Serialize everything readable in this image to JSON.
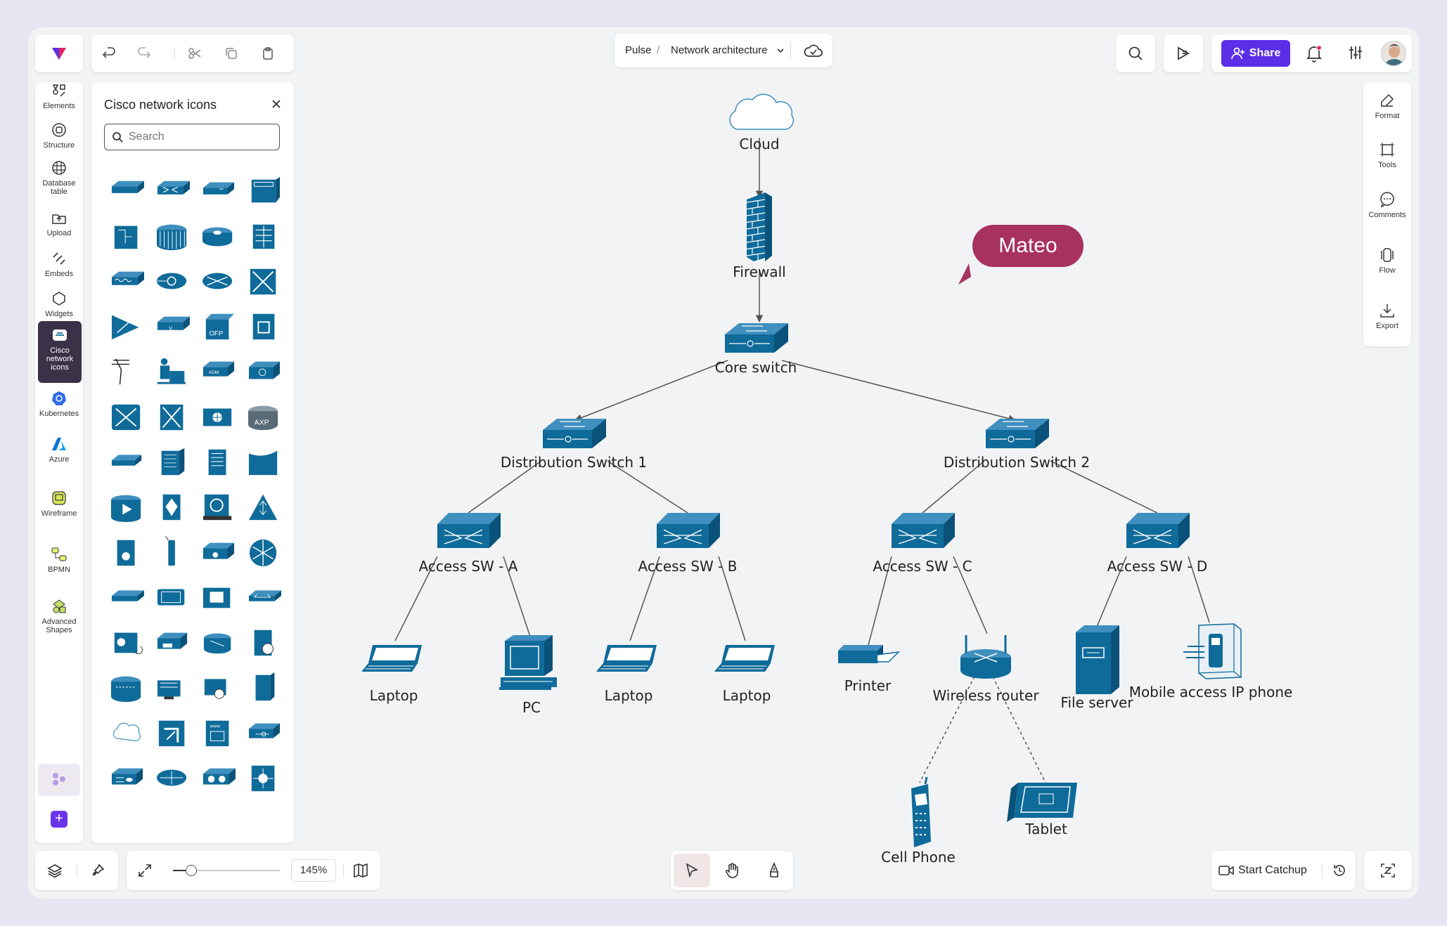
{
  "toolbar": {
    "undo": "undo",
    "redo": "redo",
    "cut": "cut",
    "copy": "copy",
    "paste": "paste"
  },
  "breadcrumb": {
    "workspace": "Pulse",
    "separator": "/",
    "document": "Network architecture"
  },
  "header": {
    "share_label": "Share"
  },
  "left_rail": [
    {
      "label": "Elements",
      "icon": "shapes-icon"
    },
    {
      "label": "Structure",
      "icon": "structure-icon"
    },
    {
      "label": "Database table",
      "icon": "table-icon"
    },
    {
      "label": "Upload",
      "icon": "upload-icon"
    },
    {
      "label": "Embeds",
      "icon": "link-icon"
    },
    {
      "label": "Widgets",
      "icon": "widgets-icon"
    },
    {
      "label": "Cisco network icons",
      "icon": "cisco-icon"
    },
    {
      "label": "Kubernetes",
      "icon": "kubernetes-icon"
    },
    {
      "label": "Azure",
      "icon": "azure-icon"
    },
    {
      "label": "Wireframe",
      "icon": "wireframe-icon"
    },
    {
      "label": "BPMN",
      "icon": "bpmn-icon"
    },
    {
      "label": "Advanced Shapes",
      "icon": "advanced-shapes-icon"
    }
  ],
  "panel": {
    "title": "Cisco network icons",
    "search_placeholder": "Search",
    "icon_count": 56
  },
  "right_rail": [
    {
      "label": "Format",
      "icon": "format-icon"
    },
    {
      "label": "Tools",
      "icon": "tools-icon"
    },
    {
      "label": "Comments",
      "icon": "comments-icon"
    },
    {
      "label": "Flow",
      "icon": "flow-icon"
    },
    {
      "label": "Export",
      "icon": "export-icon"
    }
  ],
  "collaborator": {
    "name": "Mateo",
    "color": "#a8325f"
  },
  "diagram": {
    "nodes": [
      {
        "id": "cloud",
        "label": "Cloud",
        "type": "cloud"
      },
      {
        "id": "firewall",
        "label": "Firewall",
        "type": "firewall"
      },
      {
        "id": "core",
        "label": "Core switch",
        "type": "switch"
      },
      {
        "id": "dist1",
        "label": "Distribution Switch 1",
        "type": "switch"
      },
      {
        "id": "dist2",
        "label": "Distribution Switch 2",
        "type": "switch"
      },
      {
        "id": "swA",
        "label": "Access SW - A",
        "type": "access"
      },
      {
        "id": "swB",
        "label": "Access SW - B",
        "type": "access"
      },
      {
        "id": "swC",
        "label": "Access SW - C",
        "type": "access"
      },
      {
        "id": "swD",
        "label": "Access SW - D",
        "type": "access"
      },
      {
        "id": "lap1",
        "label": "Laptop",
        "type": "laptop"
      },
      {
        "id": "pc",
        "label": "PC",
        "type": "pc"
      },
      {
        "id": "lap2",
        "label": "Laptop",
        "type": "laptop"
      },
      {
        "id": "lap3",
        "label": "Laptop",
        "type": "laptop"
      },
      {
        "id": "printer",
        "label": "Printer",
        "type": "printer"
      },
      {
        "id": "wrouter",
        "label": "Wireless router",
        "type": "router"
      },
      {
        "id": "fserver",
        "label": "File server",
        "type": "server"
      },
      {
        "id": "ipphone",
        "label": "Mobile access IP phone",
        "type": "ipphone"
      },
      {
        "id": "cell",
        "label": "Cell Phone",
        "type": "cellphone"
      },
      {
        "id": "tablet",
        "label": "Tablet",
        "type": "tablet"
      }
    ],
    "edges": [
      {
        "from": "cloud",
        "to": "firewall",
        "arrow": true
      },
      {
        "from": "firewall",
        "to": "core",
        "arrow": true
      },
      {
        "from": "core",
        "to": "dist1",
        "arrow": true
      },
      {
        "from": "core",
        "to": "dist2",
        "arrow": true
      },
      {
        "from": "dist1",
        "to": "swA"
      },
      {
        "from": "dist1",
        "to": "swB"
      },
      {
        "from": "dist2",
        "to": "swC"
      },
      {
        "from": "dist2",
        "to": "swD"
      },
      {
        "from": "swA",
        "to": "lap1"
      },
      {
        "from": "swA",
        "to": "pc"
      },
      {
        "from": "swB",
        "to": "lap2"
      },
      {
        "from": "swB",
        "to": "lap3"
      },
      {
        "from": "swC",
        "to": "printer"
      },
      {
        "from": "swC",
        "to": "wrouter"
      },
      {
        "from": "swD",
        "to": "fserver"
      },
      {
        "from": "swD",
        "to": "ipphone"
      },
      {
        "from": "wrouter",
        "to": "cell",
        "dashed": true
      },
      {
        "from": "wrouter",
        "to": "tablet",
        "dashed": true
      }
    ]
  },
  "bottom": {
    "zoom": "145%",
    "start_catchup": "Start Catchup"
  },
  "colors": {
    "icon_blue": "#0f6b9a",
    "accent": "#5b2ee8",
    "active_rail": "#3a3247"
  }
}
